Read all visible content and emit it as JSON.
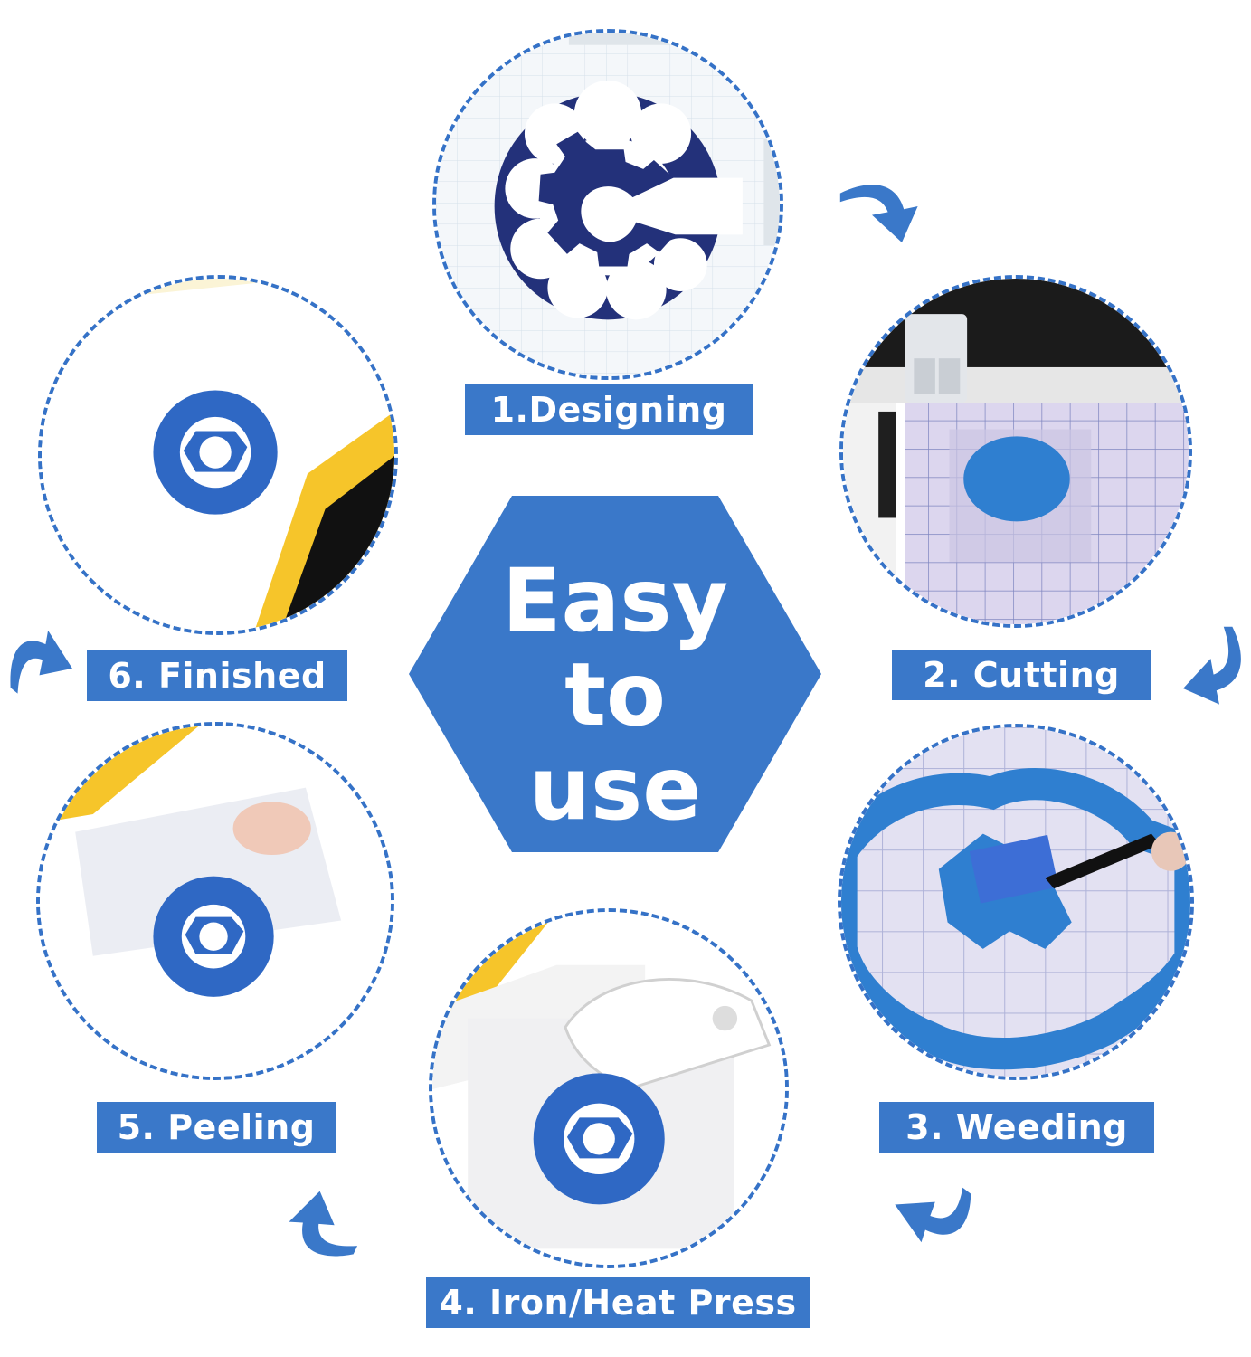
{
  "center": {
    "line1": "Easy",
    "line2": "to",
    "line3": "use"
  },
  "steps": [
    {
      "label": "1.Designing"
    },
    {
      "label": "2. Cutting"
    },
    {
      "label": "3. Weeding"
    },
    {
      "label": "4. Iron/Heat Press"
    },
    {
      "label": "5. Peeling"
    },
    {
      "label": "6. Finished"
    }
  ],
  "colors": {
    "brand_blue": "#3a78c9",
    "navy": "#23317a",
    "glitter_blue": "#2f68c4"
  }
}
